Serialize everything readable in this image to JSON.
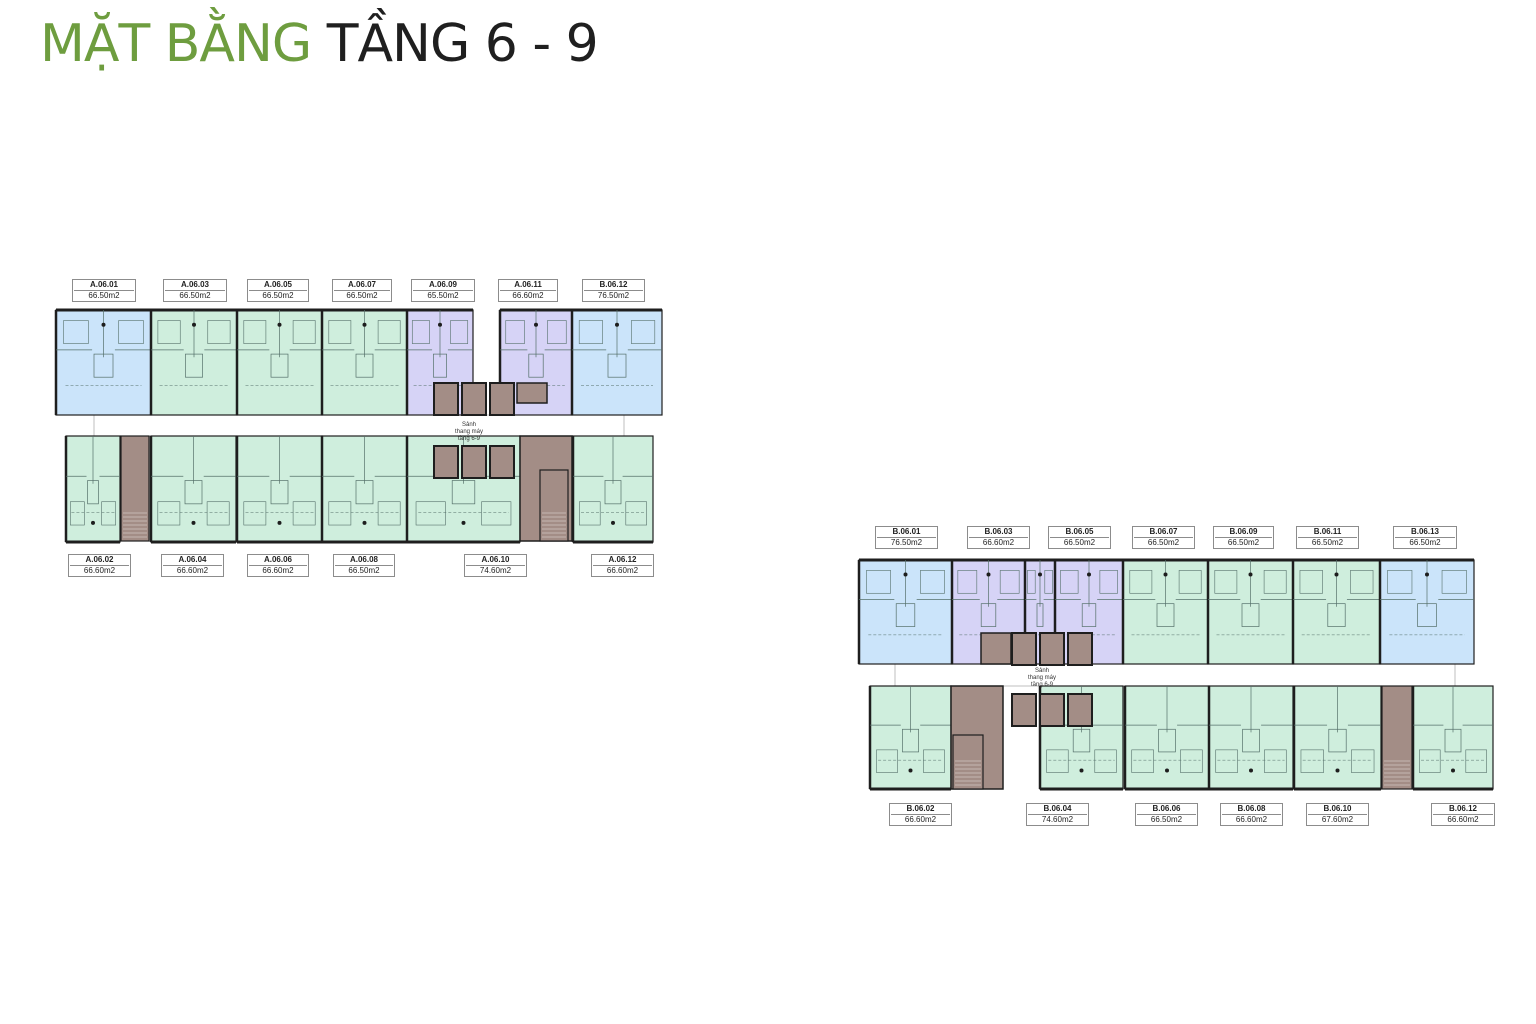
{
  "title": {
    "part1": "MẶT BẰNG",
    "part2": "TẦNG 6 - 9"
  },
  "colors": {
    "title_green": "#6e9d3f",
    "unit_green": "#cfeedd",
    "unit_blue": "#cbe4fa",
    "unit_purple": "#d6d3f6",
    "core_brown": "#a38d86",
    "wall": "#1e1e1e"
  },
  "plans": [
    {
      "id": "A",
      "top_units": [
        {
          "code": "A.06.01",
          "area": "66.50m2",
          "color": "blue"
        },
        {
          "code": "A.06.03",
          "area": "66.50m2",
          "color": "green"
        },
        {
          "code": "A.06.05",
          "area": "66.50m2",
          "color": "green"
        },
        {
          "code": "A.06.07",
          "area": "66.50m2",
          "color": "green"
        },
        {
          "code": "A.06.09",
          "area": "65.50m2",
          "color": "purple"
        },
        {
          "code": "A.06.11",
          "area": "66.60m2",
          "color": "purple"
        },
        {
          "code": "B.06.12",
          "area": "76.50m2",
          "color": "blue"
        }
      ],
      "bottom_units": [
        {
          "code": "A.06.02",
          "area": "66.60m2",
          "color": "green"
        },
        {
          "code": "A.06.04",
          "area": "66.60m2",
          "color": "green"
        },
        {
          "code": "A.06.06",
          "area": "66.60m2",
          "color": "green"
        },
        {
          "code": "A.06.08",
          "area": "66.50m2",
          "color": "green"
        },
        {
          "code": "A.06.10",
          "area": "74.60m2",
          "color": "green"
        },
        {
          "code": "A.06.12",
          "area": "66.60m2",
          "color": "green"
        }
      ],
      "core_note": [
        "Sảnh",
        "thang máy",
        "tầng 6-9"
      ]
    },
    {
      "id": "B",
      "top_units": [
        {
          "code": "B.06.01",
          "area": "76.50m2",
          "color": "blue"
        },
        {
          "code": "B.06.03",
          "area": "66.60m2",
          "color": "purple"
        },
        {
          "code": "B.06.05",
          "area": "66.50m2",
          "color": "purple"
        },
        {
          "code": "B.06.07",
          "area": "66.50m2",
          "color": "green"
        },
        {
          "code": "B.06.09",
          "area": "66.50m2",
          "color": "green"
        },
        {
          "code": "B.06.11",
          "area": "66.50m2",
          "color": "green"
        },
        {
          "code": "B.06.13",
          "area": "66.50m2",
          "color": "blue"
        }
      ],
      "bottom_units": [
        {
          "code": "B.06.02",
          "area": "66.60m2",
          "color": "green"
        },
        {
          "code": "B.06.04",
          "area": "74.60m2",
          "color": "green"
        },
        {
          "code": "B.06.06",
          "area": "66.50m2",
          "color": "green"
        },
        {
          "code": "B.06.08",
          "area": "66.60m2",
          "color": "green"
        },
        {
          "code": "B.06.10",
          "area": "67.60m2",
          "color": "green"
        },
        {
          "code": "B.06.12",
          "area": "66.60m2",
          "color": "green"
        }
      ],
      "core_note": [
        "Sảnh",
        "thang máy",
        "tầng 6-9"
      ]
    }
  ]
}
